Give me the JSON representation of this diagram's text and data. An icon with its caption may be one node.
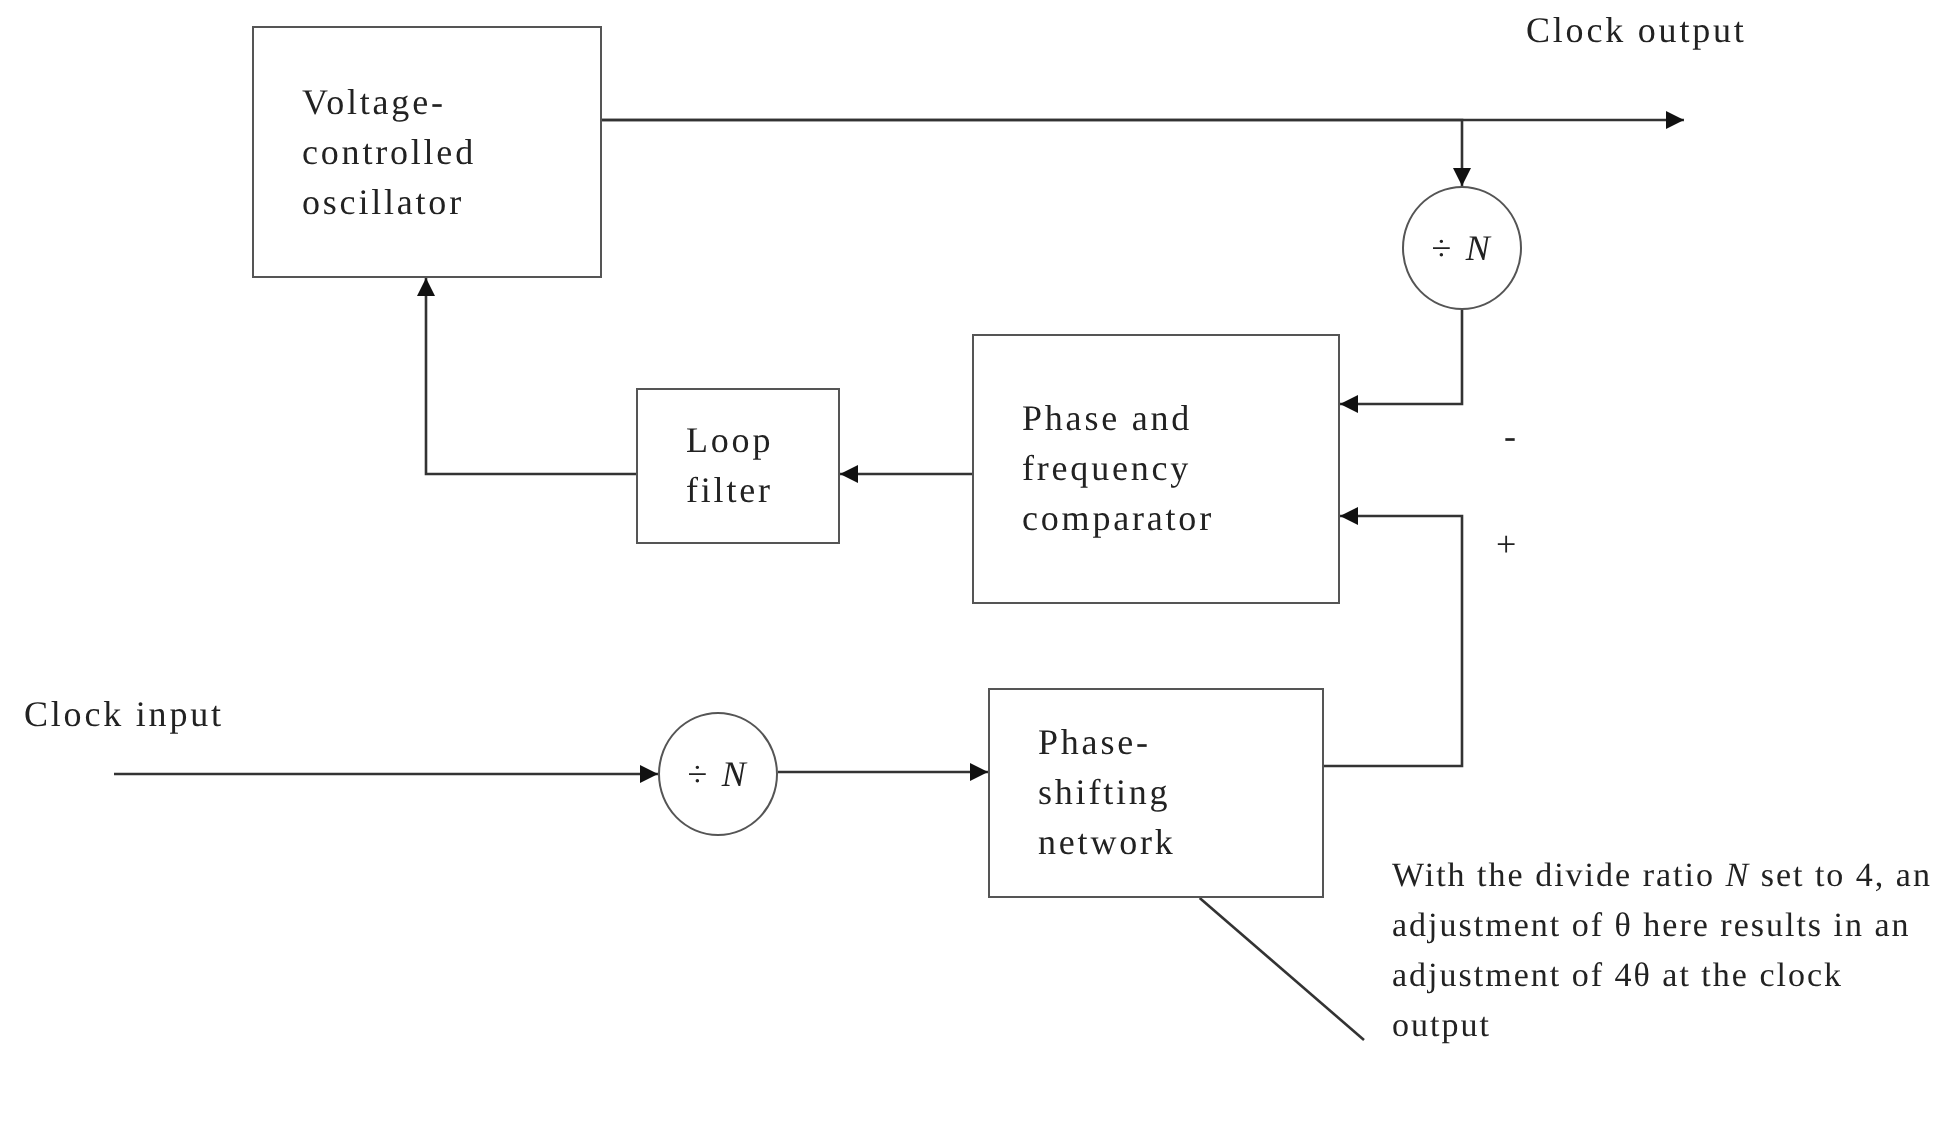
{
  "diagram": {
    "nodes": [
      {
        "text": [
          "Voltage-controlled oscillator"
        ]
      },
      {
        "text": [
          "÷ *N*"
        ]
      },
      {
        "text": [
          "Loop filter"
        ]
      },
      {
        "text": [
          "Phase and frequency comparator"
        ]
      },
      {
        "text": [
          "÷ *N*"
        ]
      },
      {
        "text": [
          "Phase-shifting network"
        ]
      },
      {
        "text": [
          "With the divide ratio *N* set to 4, an adjustment of θ here results in an adjustment of 4θ at the clock output"
        ]
      }
    ],
    "edges": [
      {
        "from": 0,
        "to": null,
        "arrow": "to"
      },
      {
        "from": 0,
        "to": 1,
        "arrow": "to"
      },
      {
        "from": 1,
        "to": 3,
        "arrow": "to"
      },
      {
        "from": 3,
        "to": 2,
        "arrow": "to"
      },
      {
        "from": 2,
        "to": 0,
        "arrow": "to"
      },
      {
        "from": null,
        "to": 4,
        "arrow": "to"
      },
      {
        "from": 4,
        "to": 5,
        "arrow": "to"
      },
      {
        "from": 5,
        "to": 3,
        "arrow": "to"
      },
      {
        "from": 6,
        "to": 5,
        "arrow": "none"
      }
    ],
    "labels": [
      "Clock output",
      "-",
      "+",
      "Clock input"
    ]
  }
}
